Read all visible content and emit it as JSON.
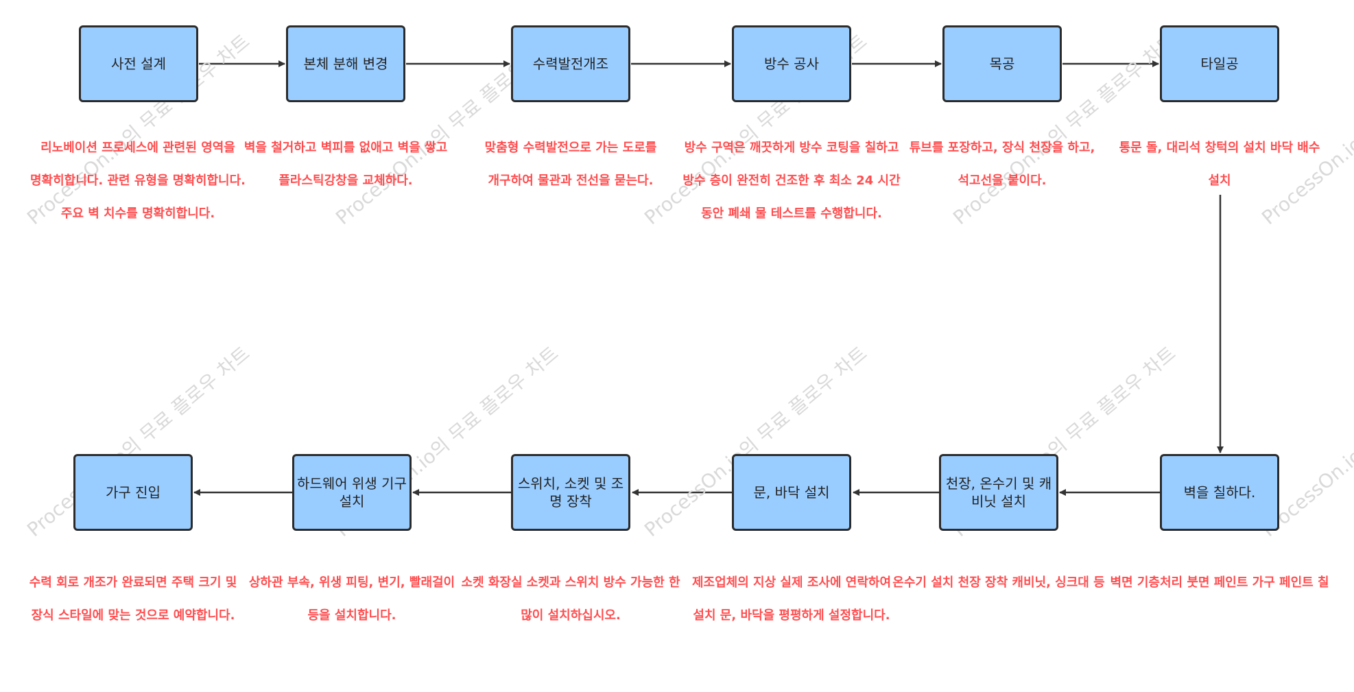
{
  "colors": {
    "node_fill": "#99ccff",
    "node_border": "#2b2b2b",
    "note_text": "#ff4d4f",
    "arrow": "#333333",
    "watermark": "#d9d9d9"
  },
  "watermark": "ProcessOn.io의 무료 플로우 차트",
  "steps": [
    {
      "label": "사전 설계",
      "note": "리노베이션 프로세스에 관련된 영역을 명확히합니다. 관련 유형을 명확히합니다. 주요 벽 치수를 명확히합니다."
    },
    {
      "label": "본체 분해 변경",
      "note": "벽을 철거하고 벽피를 없애고 벽을 쌓고 플라스틱강창을 교체하다."
    },
    {
      "label": "수력발전개조",
      "note": "맞춤형 수력발전으로 가는 도로를 개구하여 물관과 전선을 묻는다."
    },
    {
      "label": "방수 공사",
      "note": "방수 구역은 깨끗하게 방수 코팅을 칠하고 방수 층이 완전히 건조한 후 최소 24 시간 동안 폐쇄 물 테스트를 수행합니다."
    },
    {
      "label": "목공",
      "note": "튜브를 포장하고, 장식 천장을 하고, 석고선을 붙이다."
    },
    {
      "label": "타일공",
      "note": "통문 돌, 대리석 창턱의 설치 바닥 배수 설치"
    },
    {
      "label": "벽을 칠하다.",
      "note": "벽면 기층처리 붓면 페인트 가구 페인트 칠"
    },
    {
      "label": "천장, 온수기 및 캐비닛 설치",
      "note": "온수기 설치 천장 장착 캐비닛, 싱크대 등"
    },
    {
      "label": "문, 바닥 설치",
      "note": "제조업체의 지상 실제 조사에 연락하여 설치 문, 바닥을 평평하게 설정합니다."
    },
    {
      "label": "스위치, 소켓 및 조명 장착",
      "note": "소켓 화장실 소켓과 스위치 방수 가능한 한 많이 설치하십시오."
    },
    {
      "label": "하드웨어 위생 기구 설치",
      "note": "상하관 부속, 위생 피팅, 변기, 빨래걸이 등을 설치합니다."
    },
    {
      "label": "가구 진입",
      "note": "수력 회로 개조가 완료되면 주택 크기 및 장식 스타일에 맞는 것으로 예약합니다."
    }
  ]
}
